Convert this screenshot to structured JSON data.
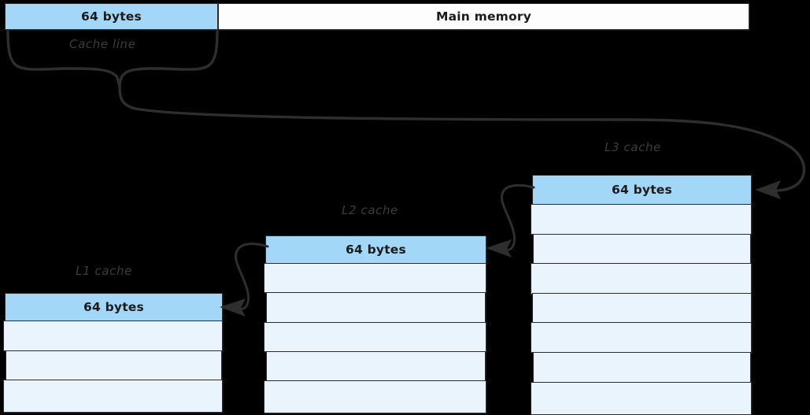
{
  "diagram": {
    "title": "CPU cache hierarchy cache-line diagram",
    "background_color": "#000000",
    "block_fill_blue": "#a3d7f7",
    "block_fill_light": "#e9f4fc",
    "block_fill_white": "#fdfdfd",
    "stroke_color": "#2b2b2b",
    "annotation_color": "#3c3c3c"
  },
  "main_memory": {
    "cache_line_block_label": "64 bytes",
    "memory_label": "Main memory"
  },
  "annotations": {
    "cache_line": "Cache line",
    "l1_cache": "L1 cache",
    "l2_cache": "L2 cache",
    "l3_cache": "L3 cache"
  },
  "caches": {
    "l1": {
      "label": "L1 cache",
      "highlight_label": "64 bytes",
      "rows": [
        "64 bytes",
        "",
        "",
        ""
      ],
      "row_count": 4
    },
    "l2": {
      "label": "L2 cache",
      "highlight_label": "64 bytes",
      "rows": [
        "64 bytes",
        "",
        "",
        "",
        "",
        ""
      ],
      "row_count": 6
    },
    "l3": {
      "label": "L3 cache",
      "highlight_label": "64 bytes",
      "rows": [
        "64 bytes",
        "",
        "",
        "",
        "",
        "",
        "",
        ""
      ],
      "row_count": 8
    }
  },
  "arrows": {
    "memory_to_l3": "curved arrow from cache line brace to L3 cache top block",
    "l3_to_l2": "curved arrow from L3 cache to L2 cache top block",
    "l2_to_l1": "curved arrow from L2 cache to L1 cache top block"
  }
}
